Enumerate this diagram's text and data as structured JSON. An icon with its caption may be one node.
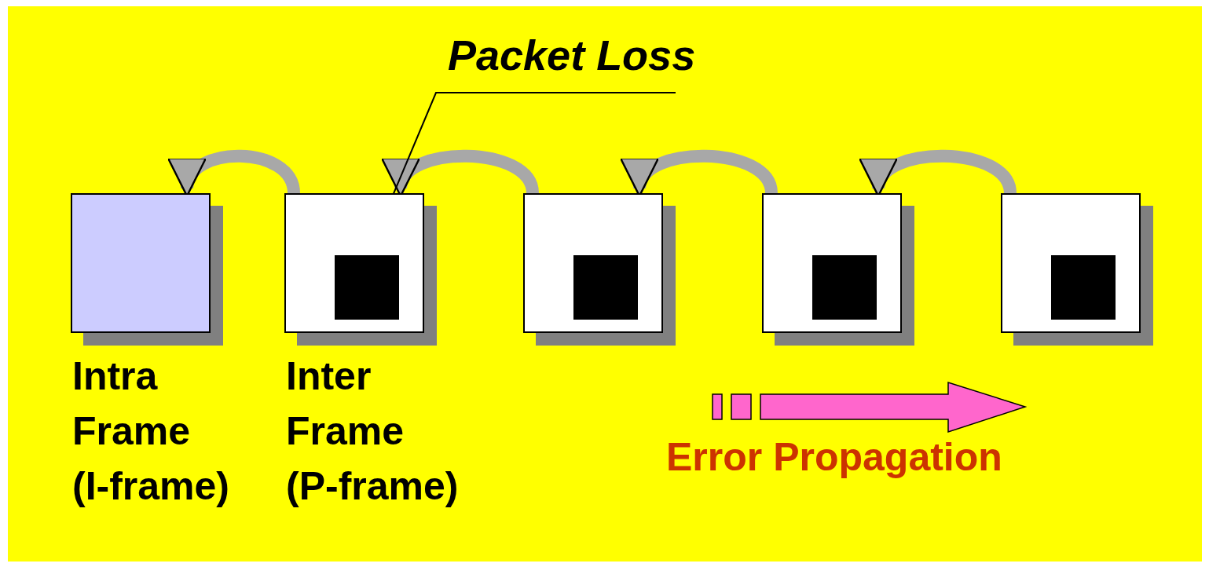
{
  "diagram": {
    "nodes": [
      {
        "text": [
          "Packet Loss"
        ]
      },
      {
        "text": [
          "Intra Frame (I-frame)"
        ]
      },
      {
        "text": [
          "Inter Frame (P-frame)"
        ]
      },
      {
        "text": [],
        "shape": "box",
        "in": 2
      },
      {
        "text": [],
        "shape": "box"
      },
      {
        "text": [],
        "shape": "box",
        "in": 4
      },
      {
        "text": [],
        "shape": "box"
      },
      {
        "text": [],
        "shape": "box",
        "in": 6
      },
      {
        "text": [],
        "shape": "box"
      },
      {
        "text": [],
        "shape": "box",
        "in": 8
      }
    ],
    "edges": [
      {
        "from": 2,
        "to": 1,
        "arrow": "to"
      },
      {
        "from": 4,
        "to": 2,
        "arrow": "to"
      },
      {
        "from": 6,
        "to": 4,
        "arrow": "to"
      },
      {
        "from": 8,
        "to": 6,
        "arrow": "to"
      },
      {
        "from": 0,
        "to": 3,
        "arrow": "to",
        "color": "#000000"
      }
    ],
    "labels": [
      "Error Propagation"
    ]
  }
}
